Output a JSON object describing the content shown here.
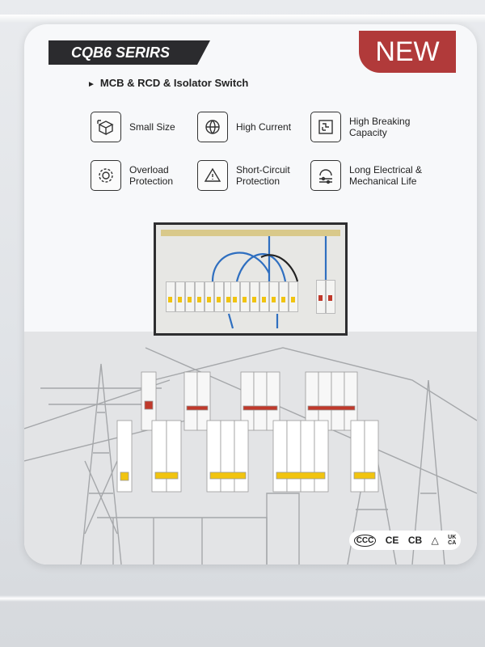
{
  "series": "CQB6 SERIRS",
  "badge": "NEW",
  "subtitle": "MCB & RCD & Isolator Switch",
  "features": [
    {
      "icon": "cube-size-icon",
      "lines": [
        "Small Size"
      ]
    },
    {
      "icon": "globe-current-icon",
      "lines": [
        "High Current"
      ]
    },
    {
      "icon": "circuit-breaking-icon",
      "lines": [
        "High Breaking",
        "Capacity"
      ]
    },
    {
      "icon": "gear-overload-icon",
      "lines": [
        "Overload",
        "Protection"
      ]
    },
    {
      "icon": "warning-triangle-icon",
      "lines": [
        "Short-Circuit",
        "Protection"
      ]
    },
    {
      "icon": "gear-sliders-icon",
      "lines": [
        "Long Electrical &",
        "Mechanical Life"
      ]
    }
  ],
  "certifications": [
    "CCC",
    "CE",
    "CB",
    "UKCA"
  ],
  "uk": "UK",
  "ca": "CA",
  "colors": {
    "banner": "#2b2b2e",
    "badge": "#b13a3a",
    "toggle_yellow": "#f1c40f",
    "toggle_red": "#c0392b"
  }
}
